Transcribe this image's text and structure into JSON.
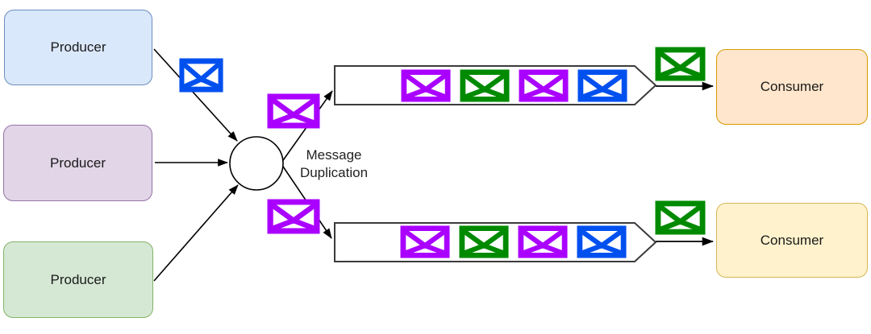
{
  "nodes": {
    "producers": [
      {
        "label": "Producer",
        "fill": "#dae8fc",
        "stroke": "#6c8ebf"
      },
      {
        "label": "Producer",
        "fill": "#e1d5e7",
        "stroke": "#9673a6"
      },
      {
        "label": "Producer",
        "fill": "#d5e8d4",
        "stroke": "#82b366"
      }
    ],
    "duplicator": {
      "label_line1": "Message",
      "label_line2": "Duplication"
    },
    "consumers": [
      {
        "label": "Consumer",
        "fill": "#ffe6cc",
        "stroke": "#d79b00"
      },
      {
        "label": "Consumer",
        "fill": "#fff2cc",
        "stroke": "#d6b656"
      }
    ]
  },
  "message_colors": {
    "blue": "#0050EF",
    "purple": "#AA00FF",
    "green": "#008A00"
  },
  "queues": [
    {
      "name": "top-queue",
      "messages": [
        "purple",
        "green",
        "purple",
        "blue"
      ]
    },
    {
      "name": "bottom-queue",
      "messages": [
        "purple",
        "green",
        "purple",
        "blue"
      ]
    }
  ],
  "edge_messages": {
    "producer-to-duplicator": "blue",
    "duplicator-to-top-queue": "purple",
    "duplicator-to-bottom-queue": "purple",
    "top-queue-to-consumer": "green",
    "bottom-queue-to-consumer": "green"
  },
  "line_color": "#000000",
  "queue_outline_color": "#3b3b3b"
}
